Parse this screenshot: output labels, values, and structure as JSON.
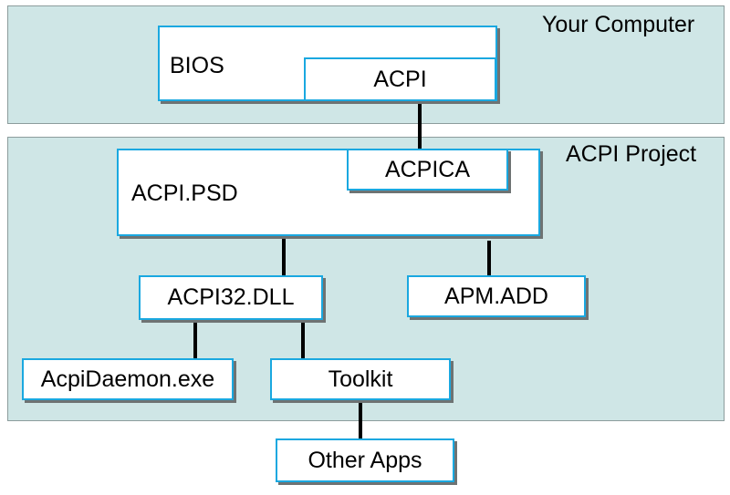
{
  "regions": {
    "your_computer": "Your Computer",
    "acpi_project": "ACPI Project"
  },
  "nodes": {
    "bios": "BIOS",
    "acpi": "ACPI",
    "acpi_psd": "ACPI.PSD",
    "acpica": "ACPICA",
    "acpi32_dll": "ACPI32.DLL",
    "apm_add": "APM.ADD",
    "acpi_daemon": "AcpiDaemon.exe",
    "toolkit": "Toolkit",
    "other_apps": "Other Apps"
  },
  "colors": {
    "region_fill": "#cfe6e6",
    "box_border": "#1aa8e0",
    "connector": "#000000"
  }
}
